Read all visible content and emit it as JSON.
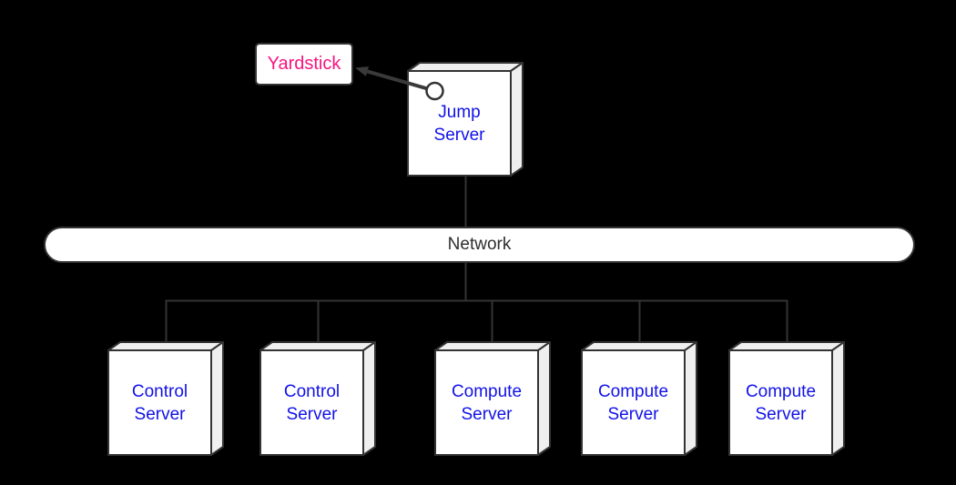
{
  "colors": {
    "background": "#000000",
    "node_fill": "#ffffff",
    "node_side": "#efefef",
    "border": "#333333",
    "label_blue": "#1111e8",
    "yardstick_pink": "#fa1480",
    "network_text": "#2e2e2e",
    "arrow": "#3a3a3a"
  },
  "yardstick": {
    "label": "Yardstick"
  },
  "jump_server": {
    "label": "Jump\nServer"
  },
  "network": {
    "label": "Network"
  },
  "servers": [
    {
      "label": "Control\nServer"
    },
    {
      "label": "Control\nServer"
    },
    {
      "label": "Compute\nServer"
    },
    {
      "label": "Compute\nServer"
    },
    {
      "label": "Compute\nServer"
    }
  ]
}
